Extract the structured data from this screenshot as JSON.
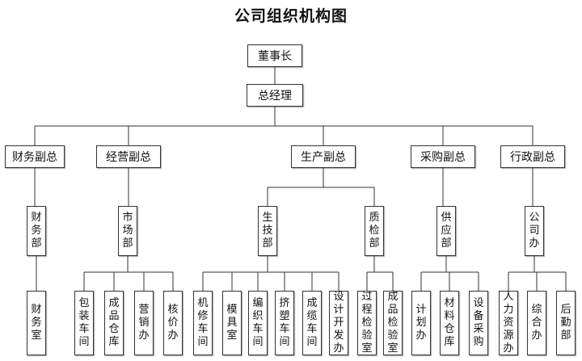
{
  "title": "公司组织机构图",
  "nodes": {
    "board": "董事长",
    "gm": "总经理",
    "vps": [
      "财务副总",
      "经营副总",
      "生产副总",
      "采购副总",
      "行政副总"
    ],
    "depts": [
      "财务部",
      "市场部",
      "生技部",
      "质检部",
      "供应部",
      "公司办"
    ],
    "units": [
      "财务室",
      "包装车间",
      "成品仓库",
      "营销办",
      "核价办",
      "机修车间",
      "模具室",
      "编织车间",
      "挤塑车间",
      "成缆车间",
      "设计开发办",
      "过程检验室",
      "成品检验室",
      "计划办",
      "材料仓库",
      "设备采购",
      "人力资源办",
      "综合办",
      "后勤部"
    ]
  }
}
